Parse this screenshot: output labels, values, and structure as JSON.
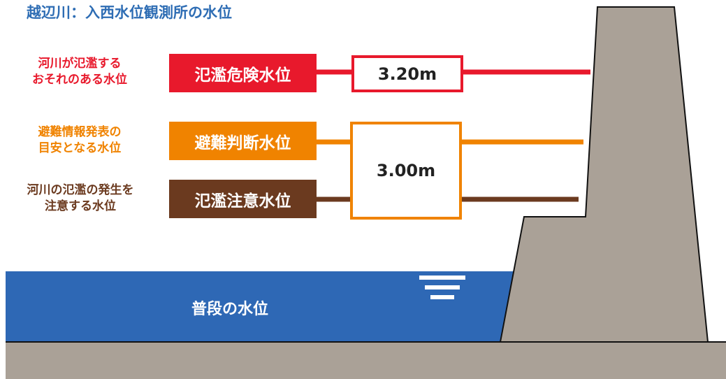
{
  "title": "越辺川：入西水位観測所の水位",
  "levels": [
    {
      "key": "danger",
      "label": "氾濫危険水位",
      "desc_line1": "河川が氾濫する",
      "desc_line2": "おそれのある水位",
      "color": "#e8192c",
      "value": "3.20m"
    },
    {
      "key": "evacuation",
      "label": "避難判断水位",
      "desc_line1": "避難情報発表の",
      "desc_line2": "目安となる水位",
      "color": "#f08300",
      "value": "3.00m"
    },
    {
      "key": "caution",
      "label": "氾濫注意水位",
      "desc_line1": "河川の氾濫の発生を",
      "desc_line2": "注意する水位",
      "color": "#6b3a1f"
    }
  ],
  "normal_level": {
    "label": "普段の水位",
    "color": "#2e68b5"
  },
  "colors": {
    "ground": "#aaa197",
    "outline": "#111111",
    "title": "#2e6db4"
  },
  "icons": {
    "water_surface": "water-surface-icon"
  }
}
